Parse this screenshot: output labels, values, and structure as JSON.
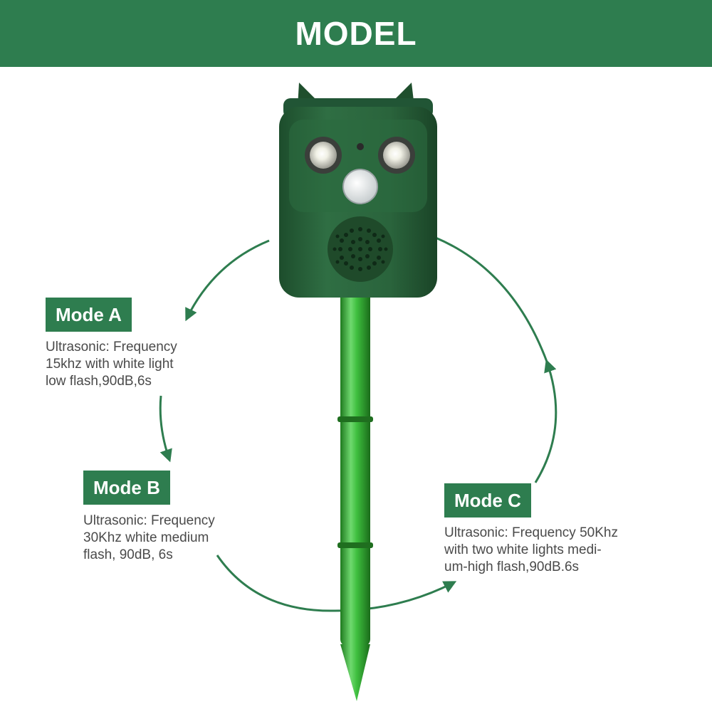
{
  "banner": {
    "title": "MODEL",
    "bg_color": "#2e7d4f"
  },
  "accent_color": "#2e7d4f",
  "modes": [
    {
      "label": "Mode A",
      "desc_lines": [
        "Ultrasonic: Frequency",
        "15khz with white light",
        "low flash,90dB,6s"
      ]
    },
    {
      "label": "Mode B",
      "desc_lines": [
        "Ultrasonic: Frequency",
        "30Khz white medium",
        "flash, 90dB, 6s"
      ]
    },
    {
      "label": "Mode C",
      "desc_lines": [
        "Ultrasonic: Frequency 50Khz",
        "with two white lights medi-",
        "um-high flash,90dB.6s"
      ]
    }
  ]
}
